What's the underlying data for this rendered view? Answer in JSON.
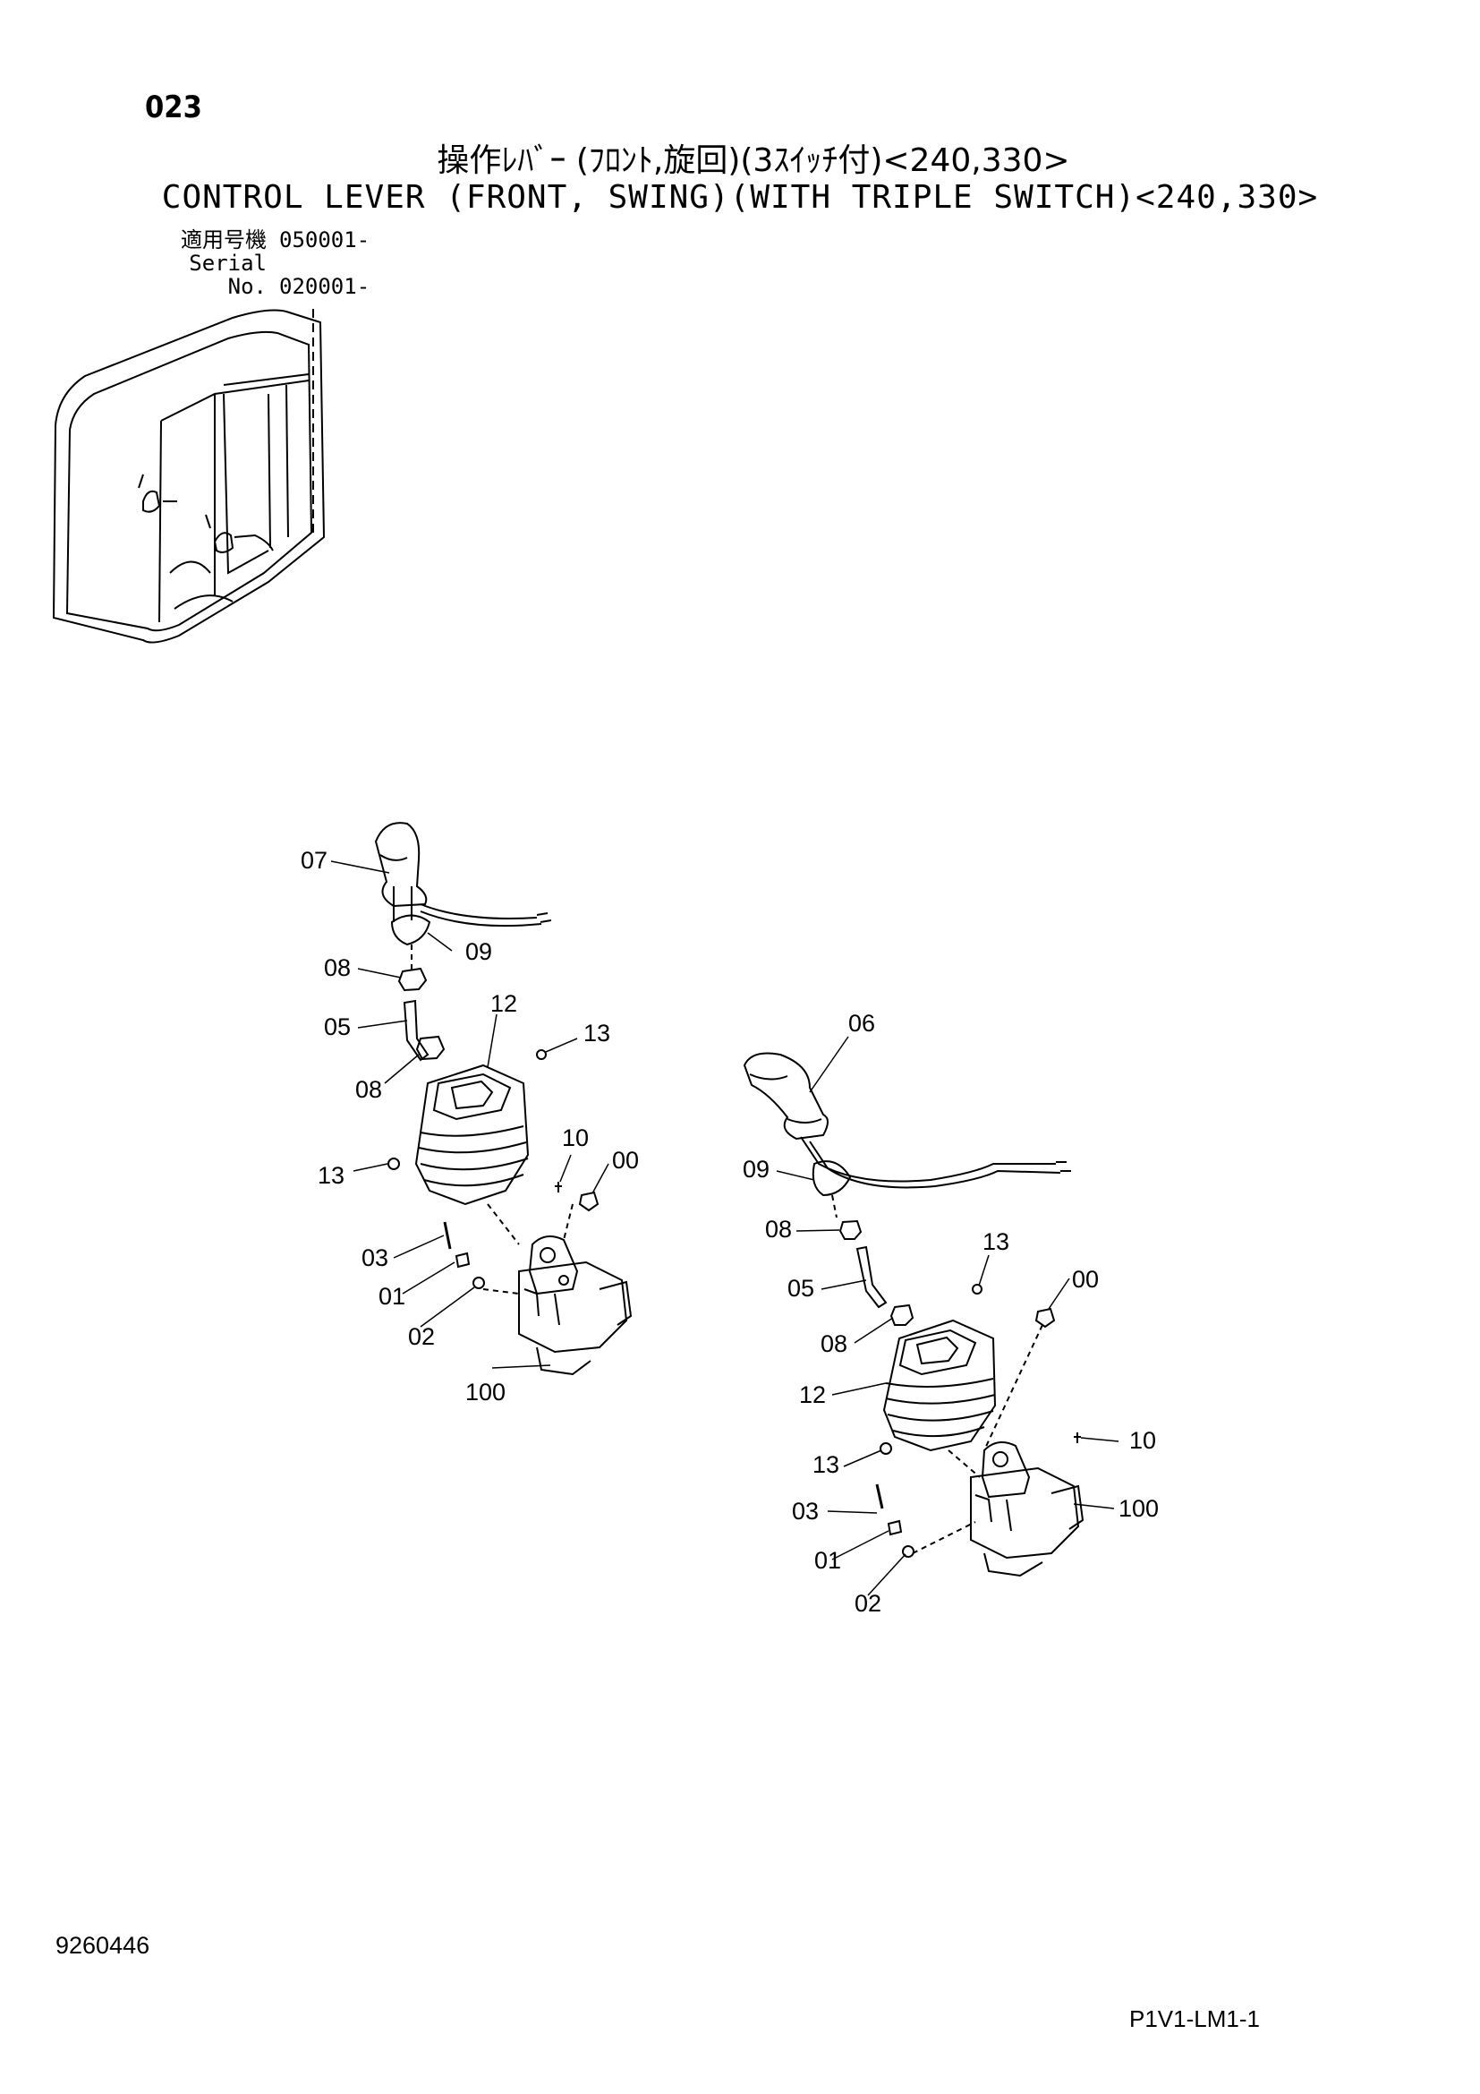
{
  "page_number": "023",
  "title_jp": "操作ﾚﾊﾞｰ (ﾌﾛﾝﾄ,旋回)(3ｽｲｯﾁ付)<240,330>",
  "title_en": "CONTROL LEVER (FRONT, SWING)(WITH TRIPLE SWITCH)<240,330>",
  "serial": [
    {
      "label": "適用号機",
      "value": "050001-"
    },
    {
      "label": "Serial No.",
      "value": "020001-"
    }
  ],
  "left_assembly_callouts": {
    "c07": "07",
    "c09": "09",
    "c08a": "08",
    "c05": "05",
    "c12": "12",
    "c13a": "13",
    "c08b": "08",
    "c10": "10",
    "c00": "00",
    "c13b": "13",
    "c03": "03",
    "c01": "01",
    "c02": "02",
    "c100": "100"
  },
  "right_assembly_callouts": {
    "c06": "06",
    "c09": "09",
    "c08a": "08",
    "c13a": "13",
    "c05": "05",
    "c00": "00",
    "c08b": "08",
    "c12": "12",
    "c10": "10",
    "c13b": "13",
    "c100": "100",
    "c03": "03",
    "c01": "01",
    "c02": "02"
  },
  "document_id": "9260446",
  "sheet_ref": "P1V1-LM1-1"
}
